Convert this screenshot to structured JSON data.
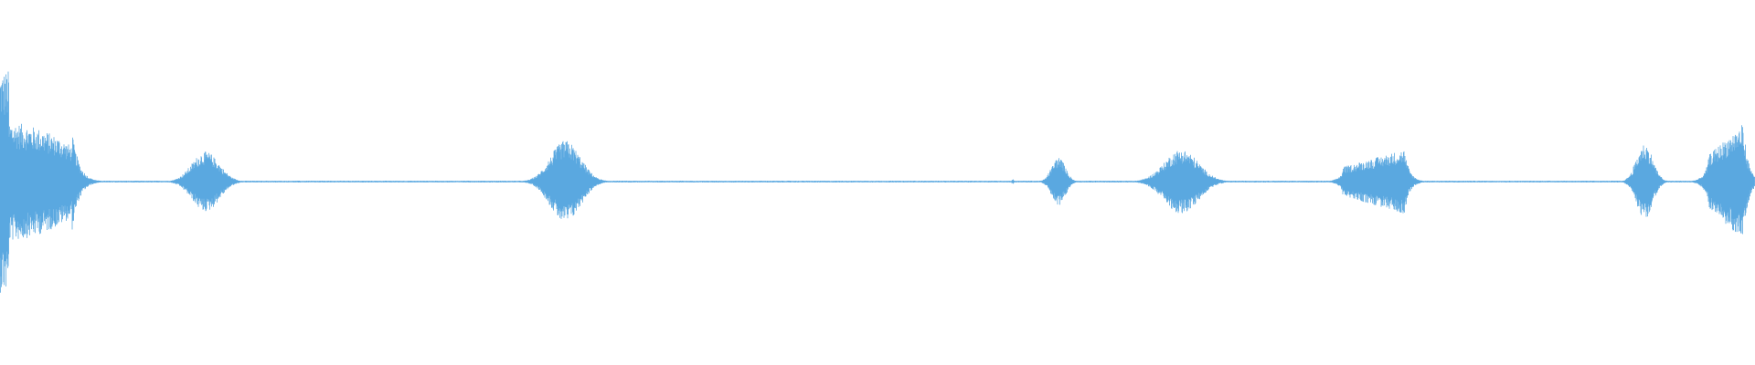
{
  "waveform": {
    "color": "#5aa8e0",
    "background": "#ffffff",
    "baseline_amplitude": 0.008,
    "bursts": [
      {
        "time": 0.001,
        "peak": 1.0,
        "width": 0.04,
        "shape": "decay-long"
      },
      {
        "time": 0.117,
        "peak": 0.27,
        "width": 0.02,
        "shape": "spindle"
      },
      {
        "time": 0.322,
        "peak": 0.37,
        "width": 0.022,
        "shape": "spindle"
      },
      {
        "time": 0.577,
        "peak": 0.025,
        "width": 0.002,
        "shape": "spike"
      },
      {
        "time": 0.603,
        "peak": 0.22,
        "width": 0.01,
        "shape": "spindle"
      },
      {
        "time": 0.673,
        "peak": 0.29,
        "width": 0.025,
        "shape": "spindle"
      },
      {
        "time": 0.8,
        "peak": 0.29,
        "width": 0.035,
        "shape": "ramp-up"
      },
      {
        "time": 0.937,
        "peak": 0.34,
        "width": 0.012,
        "shape": "spindle"
      },
      {
        "time": 0.993,
        "peak": 0.52,
        "width": 0.02,
        "shape": "ramp-up"
      }
    ]
  }
}
